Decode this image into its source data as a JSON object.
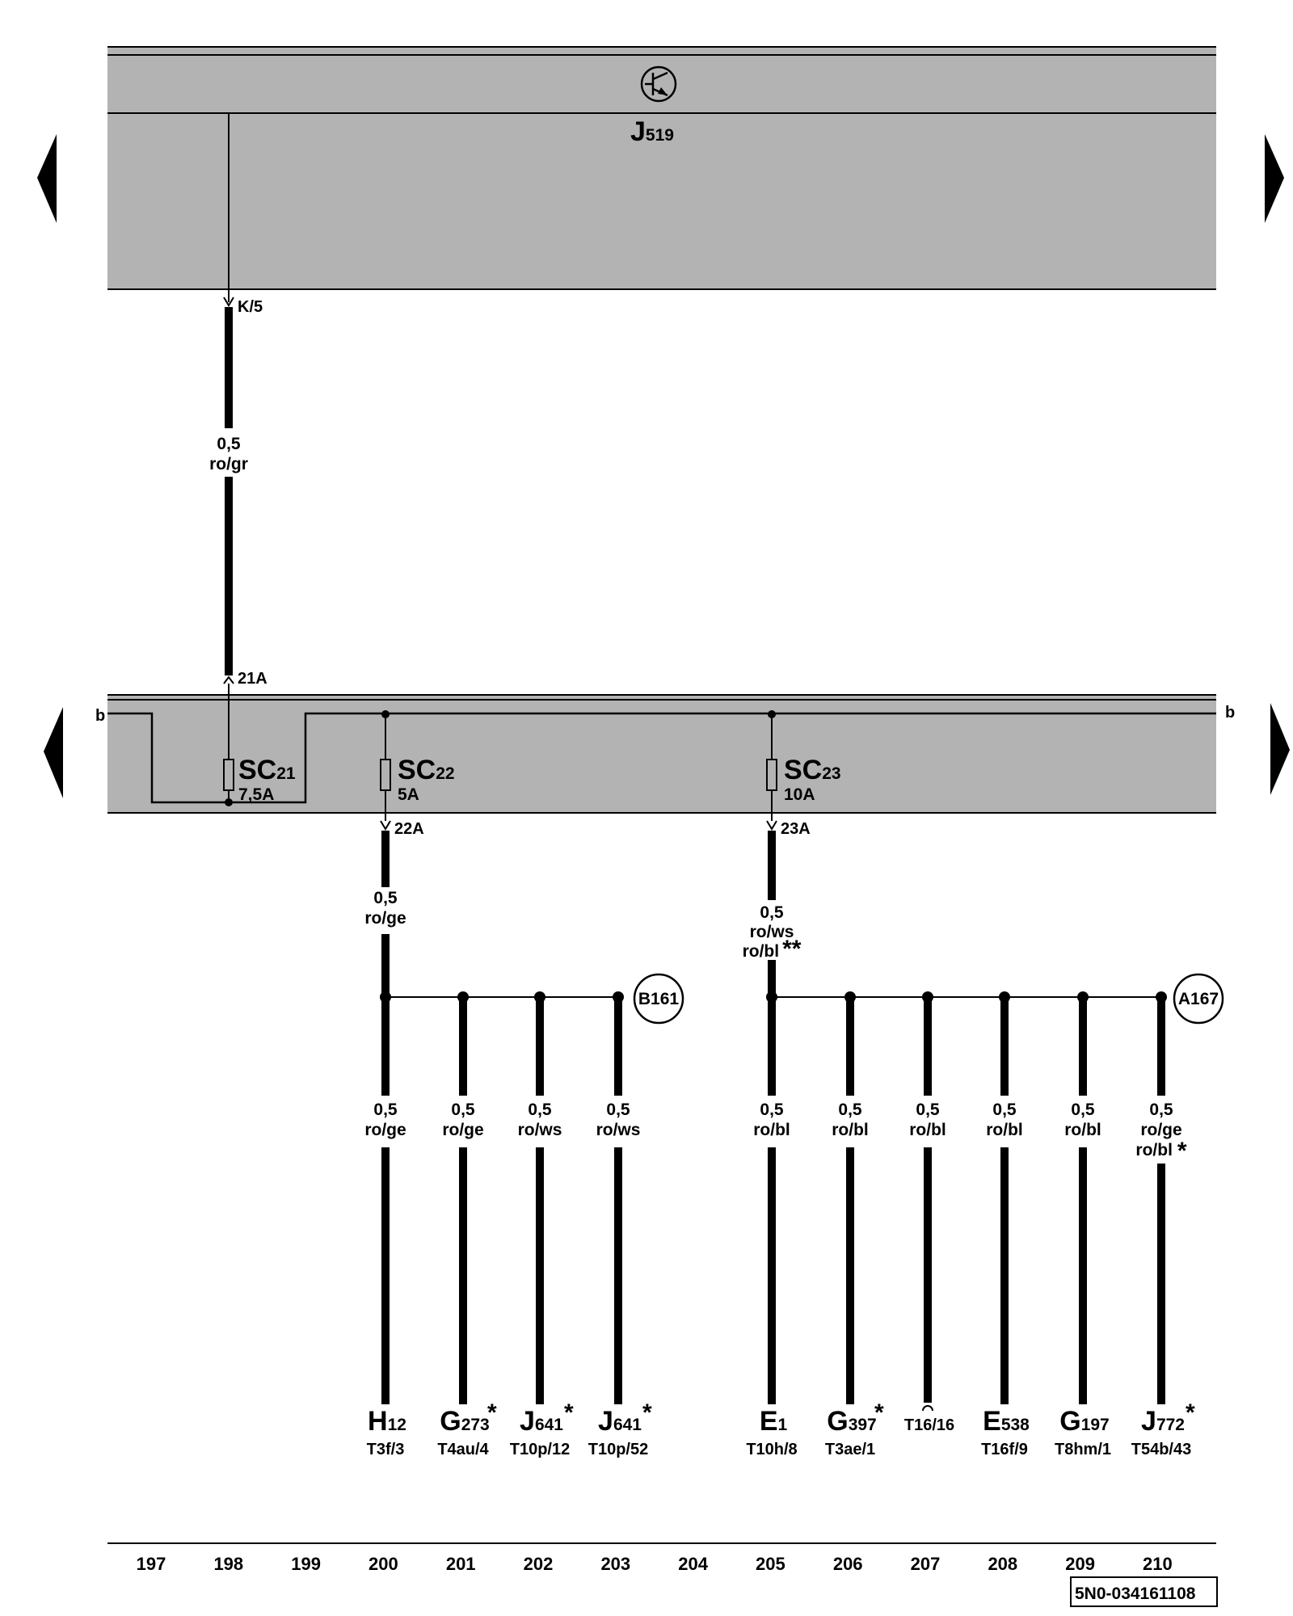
{
  "control_unit": {
    "name": "J",
    "sub": "519",
    "pin": "K/5"
  },
  "fuse_box": {
    "bus_label": "b",
    "fuses": [
      {
        "name": "SC",
        "sub": "21",
        "rating": "7,5A",
        "pin": "21A"
      },
      {
        "name": "SC",
        "sub": "22",
        "rating": "5A",
        "pin": "22A"
      },
      {
        "name": "SC",
        "sub": "23",
        "rating": "10A",
        "pin": "23A"
      }
    ]
  },
  "wires": {
    "feed": {
      "size": "0,5",
      "color": "ro/gr"
    },
    "sc22": {
      "size": "0,5",
      "color": "ro/ge"
    },
    "sc23": {
      "size": "0,5",
      "color": "ro/ws",
      "alt_color": "ro/bl",
      "alt_mark": "**"
    }
  },
  "connectors": {
    "b161": "B161",
    "a167": "A167"
  },
  "branches": [
    {
      "size": "0,5",
      "color": "ro/ge",
      "comp": "H",
      "comp_sub": "12",
      "pin": "T3f/3",
      "star": ""
    },
    {
      "size": "0,5",
      "color": "ro/ge",
      "comp": "G",
      "comp_sub": "273",
      "pin": "T4au/4",
      "star": "*"
    },
    {
      "size": "0,5",
      "color": "ro/ws",
      "comp": "J",
      "comp_sub": "641",
      "pin": "T10p/12",
      "star": "*"
    },
    {
      "size": "0,5",
      "color": "ro/ws",
      "comp": "J",
      "comp_sub": "641",
      "pin": "T10p/52",
      "star": "*"
    },
    {
      "size": "0,5",
      "color": "ro/bl",
      "comp": "E",
      "comp_sub": "1",
      "pin": "T10h/8",
      "star": ""
    },
    {
      "size": "0,5",
      "color": "ro/bl",
      "comp": "G",
      "comp_sub": "397",
      "pin": "T3ae/1",
      "star": "*"
    },
    {
      "size": "0,5",
      "color": "ro/bl",
      "comp": "",
      "comp_sub": "",
      "pin": "T16/16",
      "star": ""
    },
    {
      "size": "0,5",
      "color": "ro/bl",
      "comp": "E",
      "comp_sub": "538",
      "pin": "T16f/9",
      "star": ""
    },
    {
      "size": "0,5",
      "color": "ro/bl",
      "comp": "G",
      "comp_sub": "197",
      "pin": "T8hm/1",
      "star": ""
    },
    {
      "size": "0,5",
      "color": "ro/ge",
      "alt_color": "ro/bl",
      "alt_mark": "*",
      "comp": "J",
      "comp_sub": "772",
      "pin": "T54b/43",
      "star": "*"
    }
  ],
  "track_numbers": [
    "197",
    "198",
    "199",
    "200",
    "201",
    "202",
    "203",
    "204",
    "205",
    "206",
    "207",
    "208",
    "209",
    "210"
  ],
  "reference": "5N0-034161108",
  "colors": {
    "panel": "#b3b3b3",
    "line": "#000000",
    "background": "#ffffff"
  }
}
